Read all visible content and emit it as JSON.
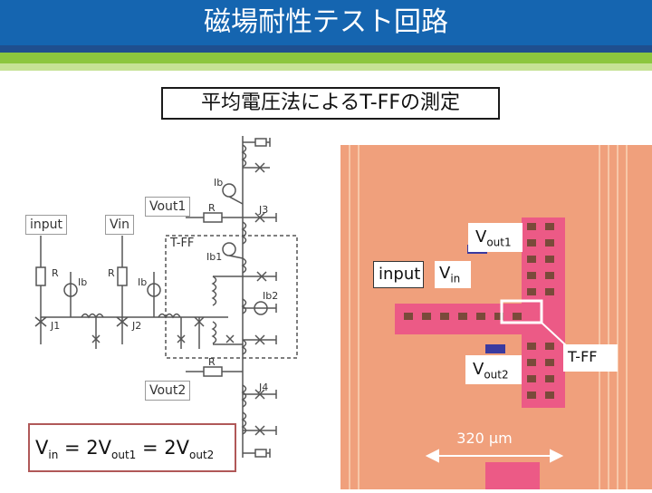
{
  "header": {
    "title": "磁場耐性テスト回路"
  },
  "subtitle": "平均電圧法によるT-FFの測定",
  "circuit": {
    "labels": {
      "input": "input",
      "vin": "Vin",
      "vout1": "Vout1",
      "vout2": "Vout2",
      "tff": "T-FF",
      "ib": "Ib",
      "ib1": "Ib1",
      "ib2": "Ib2",
      "r": "R",
      "j1": "J1",
      "j2": "J2",
      "j3": "J3",
      "j4": "J4"
    }
  },
  "photo": {
    "labels": {
      "vout1_main": "V",
      "vout1_sub": "out1",
      "input": "input",
      "vin_main": "V",
      "vin_sub": "in",
      "vout2_main": "V",
      "vout2_sub": "out2",
      "tff": "T-FF",
      "scale": "320 μm"
    }
  },
  "equation": {
    "v1": "V",
    "s1": "in",
    "eq1": " = 2V",
    "s2": "out1",
    "eq2": " = 2V",
    "s3": "out2"
  },
  "colors": {
    "title_bar": "#1565b0",
    "stripe_dark": "#1f4f8f",
    "stripe_green": "#8cc63e",
    "stripe_light": "#c6e295",
    "chip_background": "#f0a07c",
    "chip_pad": "#ec5a86",
    "equation_border": "#b05858"
  }
}
